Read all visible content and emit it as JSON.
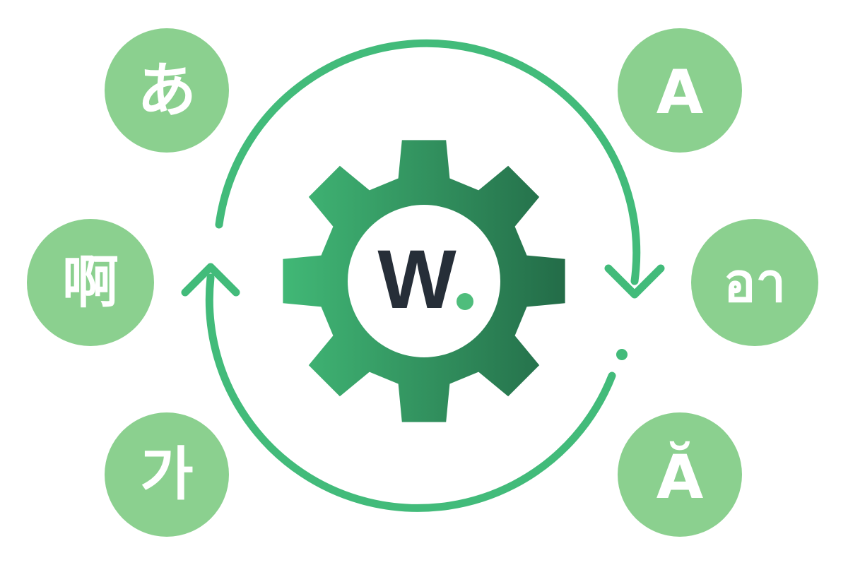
{
  "colors": {
    "circle_fill": "#8bd08f",
    "ring_stroke": "#42bb7a",
    "gear_start": "#41b876",
    "gear_end": "#236c48",
    "hub_fill": "#ffffff",
    "logo_text": "#262e38",
    "logo_dot": "#4fbd7c",
    "glyph_fill": "#ffffff"
  },
  "logo": {
    "letter": "W",
    "has_dot": true
  },
  "languages": {
    "left": [
      {
        "glyph": "あ"
      },
      {
        "glyph": "啊"
      },
      {
        "glyph": "가"
      }
    ],
    "right": [
      {
        "glyph": "A"
      },
      {
        "glyph": "อา"
      },
      {
        "glyph": "Ă"
      }
    ]
  }
}
